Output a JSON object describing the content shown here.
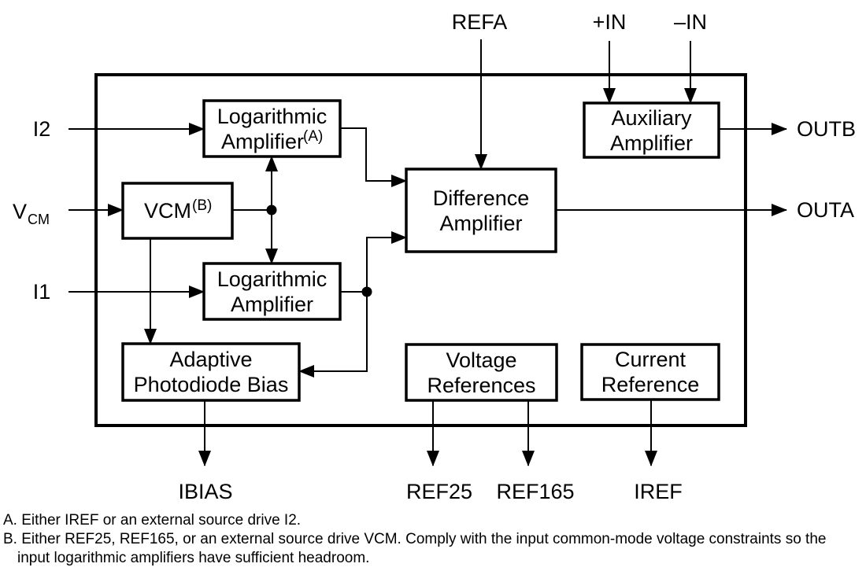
{
  "figure": {
    "background": "#ffffff",
    "line_color": "#000000",
    "pins": {
      "top": {
        "refa": "REFA",
        "plus_in": "+IN",
        "minus_in": "–IN"
      },
      "left": {
        "i2": "I2",
        "vcm_main": "V",
        "vcm_sub": "CM",
        "i1": "I1"
      },
      "right": {
        "outb": "OUTB",
        "outa": "OUTA"
      },
      "bottom": {
        "ibias": "IBIAS",
        "ref25": "REF25",
        "ref165": "REF165",
        "iref": "IREF"
      }
    },
    "blocks": {
      "log_amp_a": {
        "line1": "Logarithmic",
        "line2": "Amplifier",
        "sup": "(A)"
      },
      "vcm": {
        "label": "VCM",
        "sup": "(B)"
      },
      "log_amp_b": {
        "line1": "Logarithmic",
        "line2": "Amplifier"
      },
      "adaptive_bias": {
        "line1": "Adaptive",
        "line2": "Photodiode Bias"
      },
      "difference_amp": {
        "line1": "Difference",
        "line2": "Amplifier"
      },
      "auxiliary_amp": {
        "line1": "Auxiliary",
        "line2": "Amplifier"
      },
      "voltage_refs": {
        "line1": "Voltage",
        "line2": "References"
      },
      "current_ref": {
        "line1": "Current",
        "line2": "Reference"
      }
    },
    "footnotes": {
      "a": "A. Either IREF or an external source drive I2.",
      "b_line1": "B. Either REF25, REF165, or an external source drive VCM. Comply with the input common-mode voltage constraints so the",
      "b_line2": "input logarithmic amplifiers have sufficient headroom."
    }
  }
}
